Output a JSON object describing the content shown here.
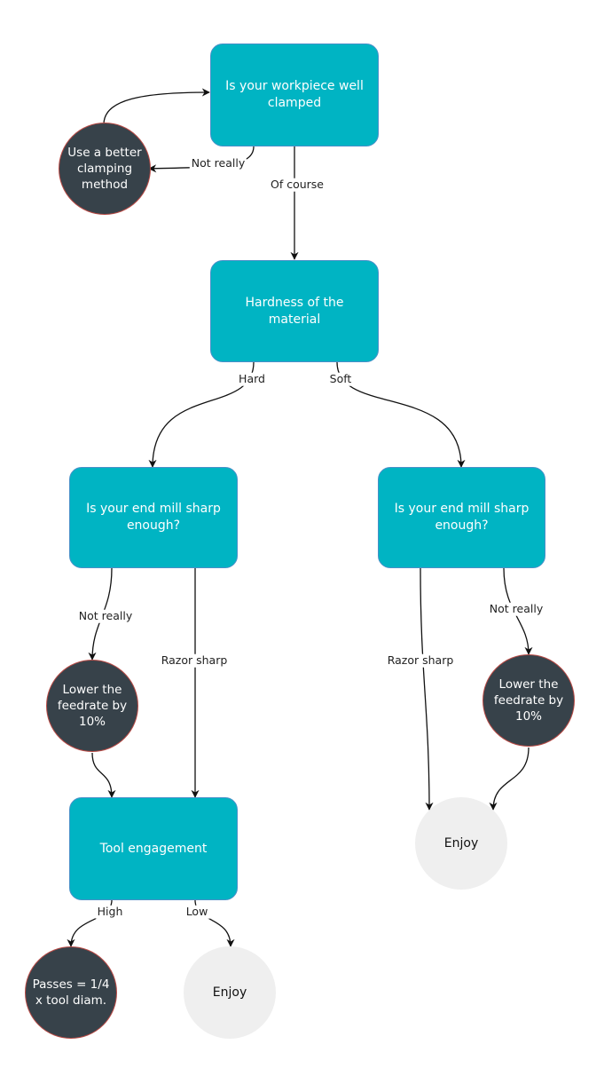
{
  "nodes": {
    "clamped_question": "Is your workpiece well clamped",
    "better_clamping": "Use a better clamping method",
    "hardness": "Hardness of the material",
    "sharp_question_hard": "Is your end mill sharp enough?",
    "sharp_question_soft": "Is your end mill sharp enough?",
    "lower_feed_hard": "Lower the feedrate by 10%",
    "lower_feed_soft": "Lower the feedrate by 10%",
    "tool_engagement": "Tool engagement",
    "passes": "Passes = 1/4 x tool diam.",
    "enjoy_low": "Enjoy",
    "enjoy_soft": "Enjoy"
  },
  "edges": {
    "not_really_clamp": "Not really",
    "of_course": "Of course",
    "hard": "Hard",
    "soft": "Soft",
    "not_really_hard": "Not really",
    "razor_sharp_hard": "Razor sharp",
    "razor_sharp_soft": "Razor sharp",
    "not_really_soft": "Not really",
    "high": "High",
    "low": "Low"
  },
  "colors": {
    "decision_fill": "#00b4c3",
    "action_fill": "#37424a",
    "action_border": "#b84a45",
    "end_fill": "#efefef",
    "arrow": "#111111"
  }
}
